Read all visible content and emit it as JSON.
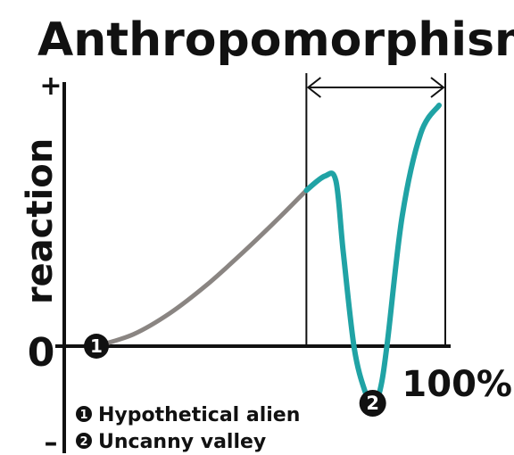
{
  "chart_data": {
    "type": "line",
    "title": "Anthropomorphism",
    "xlabel": "",
    "ylabel": "reaction",
    "y_ticks": [
      "+",
      "0",
      "–"
    ],
    "x_end_label": "100%",
    "xlim": [
      0,
      100
    ],
    "ylim": [
      -1,
      1
    ],
    "grid": false,
    "series": [
      {
        "color": "#8a8582",
        "points": [
          [
            0,
            0
          ],
          [
            10,
            0.05
          ],
          [
            20,
            0.14
          ],
          [
            30,
            0.26
          ],
          [
            40,
            0.4
          ],
          [
            50,
            0.55
          ],
          [
            57,
            0.66
          ]
        ]
      },
      {
        "color": "#20a3a5",
        "points": [
          [
            57,
            0.66
          ],
          [
            62,
            0.72
          ],
          [
            65,
            0.7
          ],
          [
            67,
            0.4
          ],
          [
            70,
            -0.02
          ],
          [
            73,
            -0.42
          ],
          [
            75,
            -0.52
          ],
          [
            77,
            -0.4
          ],
          [
            79,
            0.02
          ],
          [
            83,
            0.55
          ],
          [
            88,
            0.9
          ],
          [
            93,
            1.02
          ]
        ]
      }
    ],
    "bracket": {
      "x_start": 57,
      "x_end": 93
    },
    "markers": [
      {
        "label": "1",
        "x": 0,
        "y": 0
      },
      {
        "label": "2",
        "x": 75,
        "y": -0.52
      }
    ],
    "legend": {
      "placement": "bottom-left",
      "items": [
        {
          "num": "1",
          "text": "Hypothetical alien"
        },
        {
          "num": "2",
          "text": "Uncanny valley"
        }
      ]
    }
  }
}
